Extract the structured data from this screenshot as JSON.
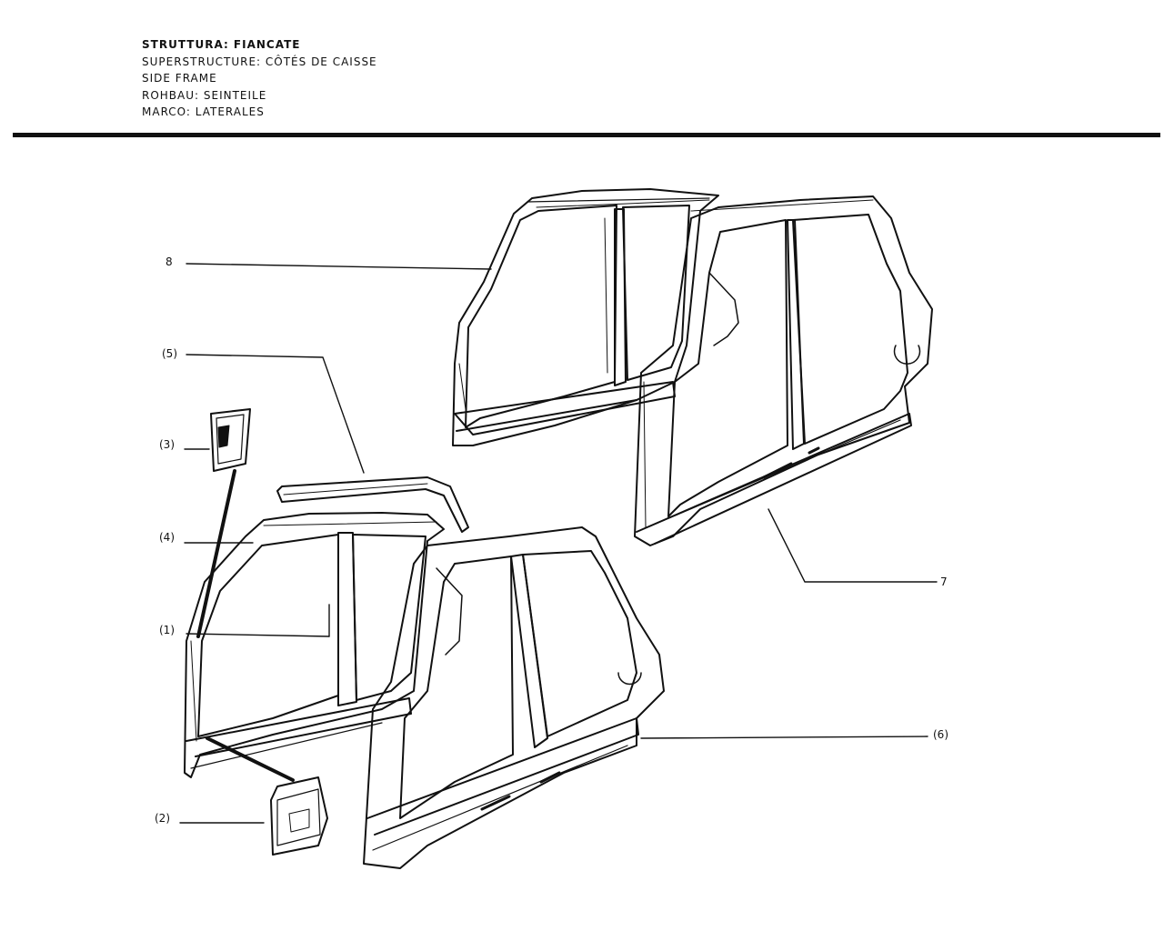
{
  "header": {
    "title_it": "STRUTTURA: FIANCATE",
    "title_fr": "SUPERSTRUCTURE: CÔTÉS DE CAISSE",
    "title_en": "SIDE FRAME",
    "title_de": "ROHBAU: SEINTEILE",
    "title_es": "MARCO: LATERALES"
  },
  "callouts": {
    "c8": "8",
    "c5": "(5)",
    "c3": "(3)",
    "c4": "(4)",
    "c1": "(1)",
    "c2": "(2)",
    "c7": "7",
    "c6": "(6)"
  },
  "colors": {
    "ink": "#111111",
    "paper": "#ffffff"
  }
}
